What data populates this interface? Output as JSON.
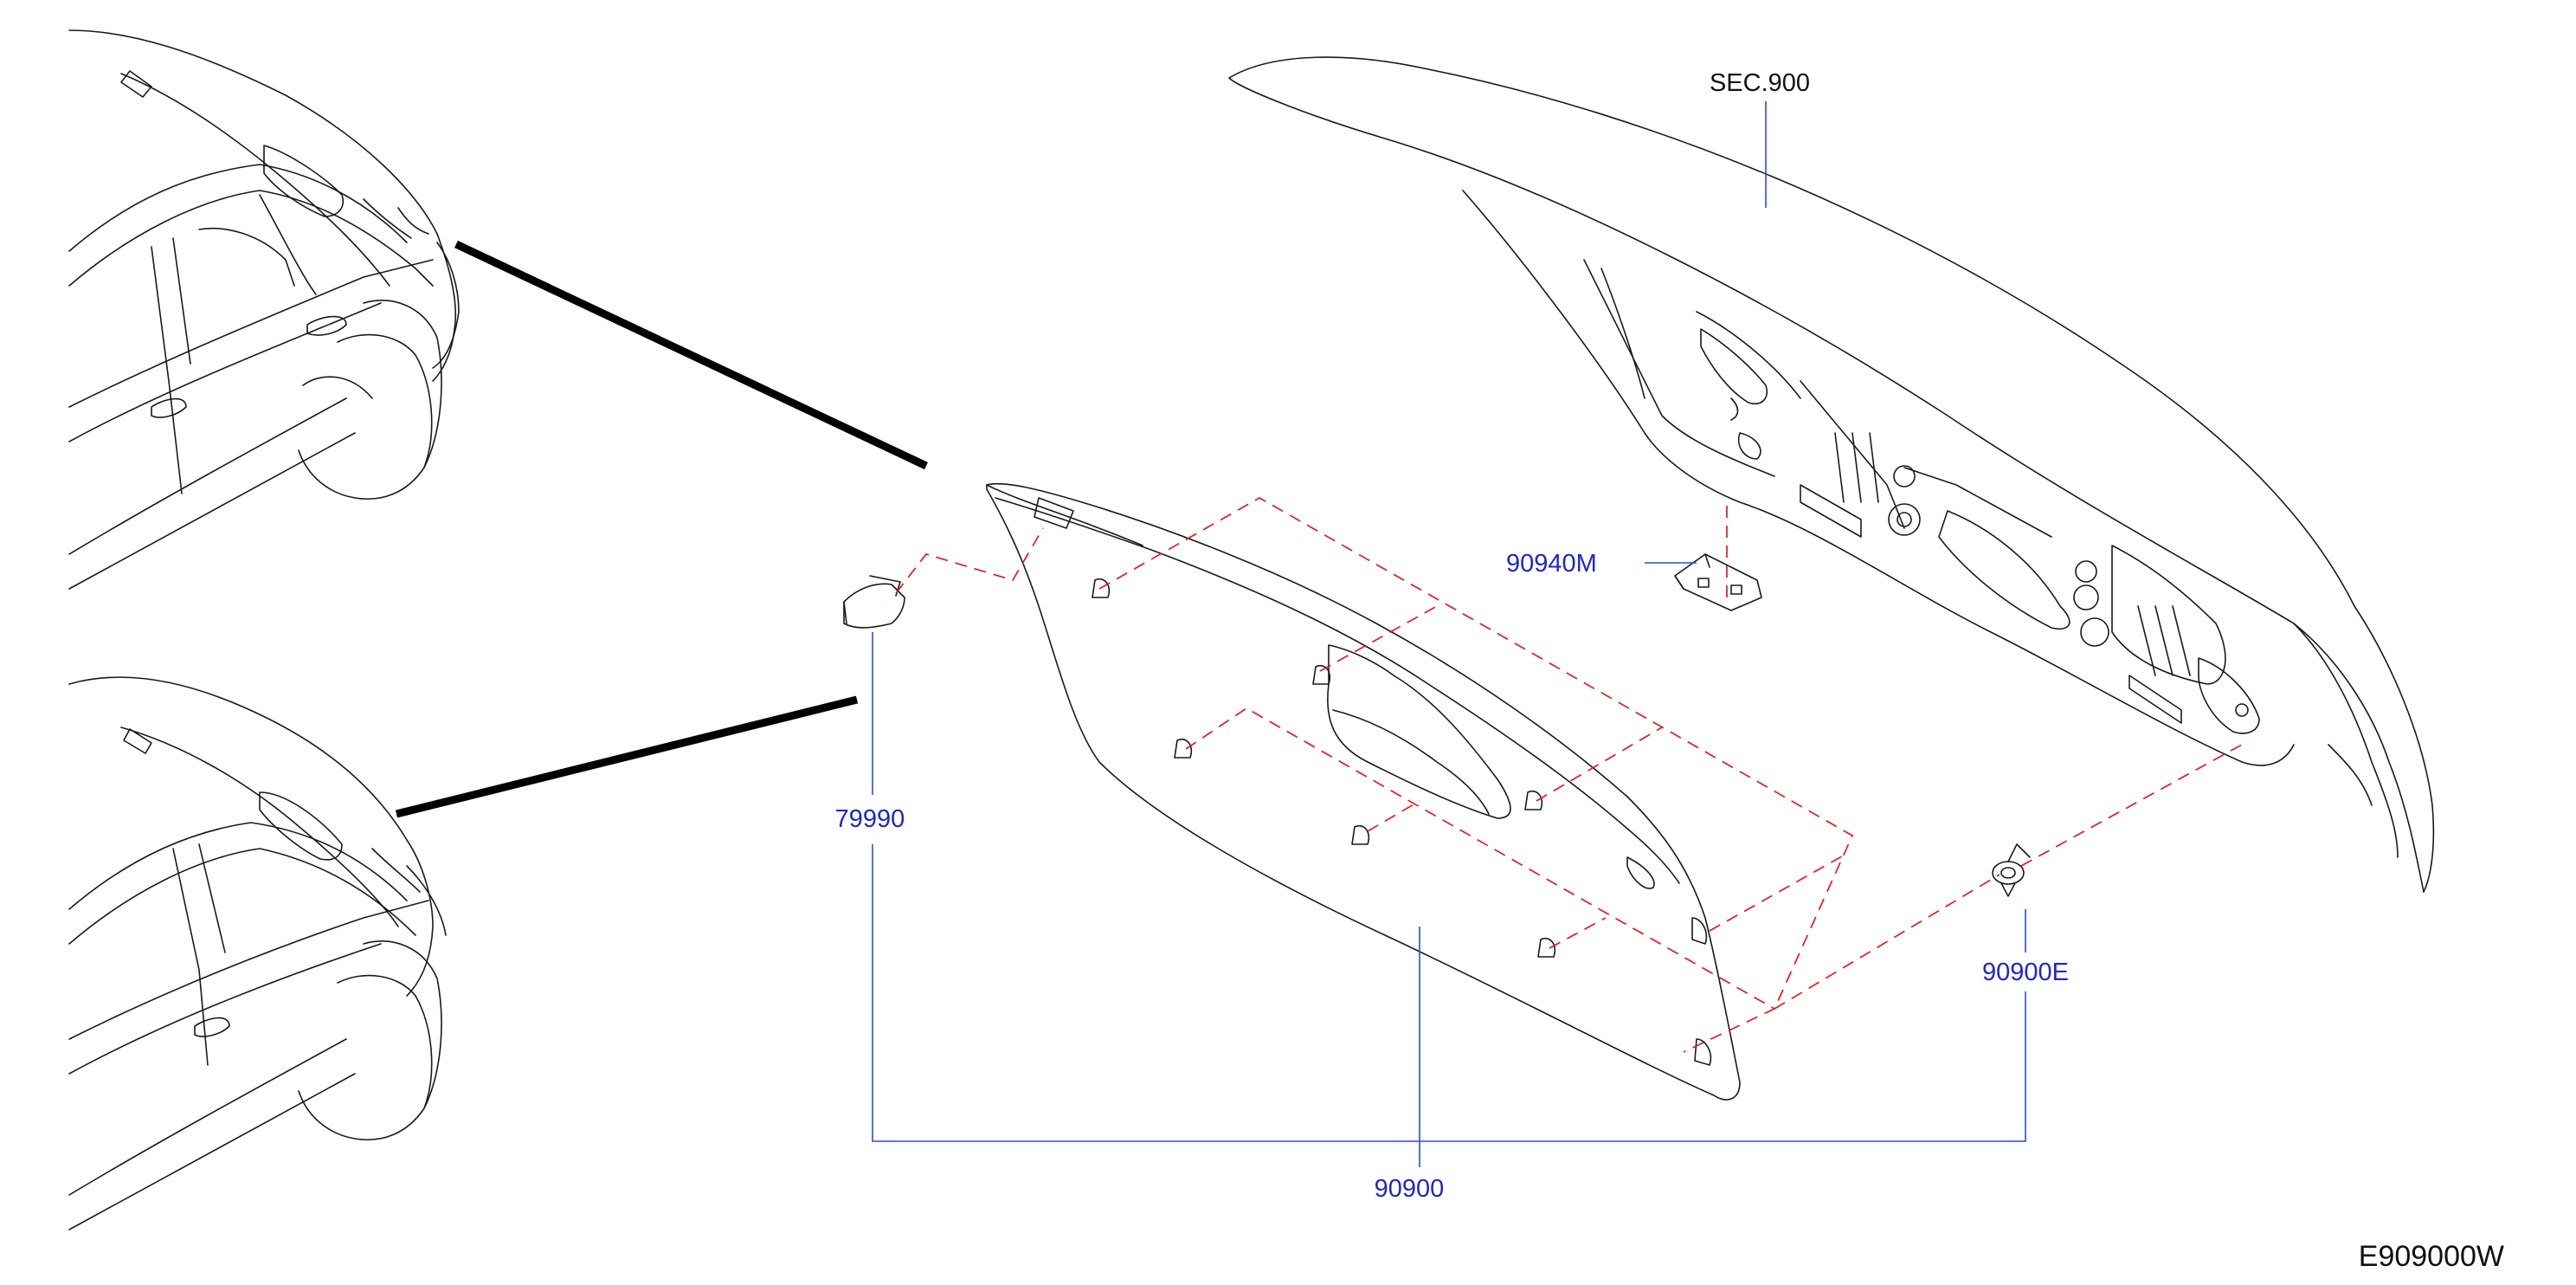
{
  "labels": {
    "sec_ref": "SEC.900",
    "part_90940M": "90940M",
    "part_79990": "79990",
    "part_90900E": "90900E",
    "part_90900": "90900",
    "diagram_code": "E909000W"
  },
  "colors": {
    "callout_text": "#1f27c8",
    "leader_line": "#2a4fd0",
    "dashed_assembly_line": "#e41b1b",
    "ink": "#1a1a1a"
  }
}
